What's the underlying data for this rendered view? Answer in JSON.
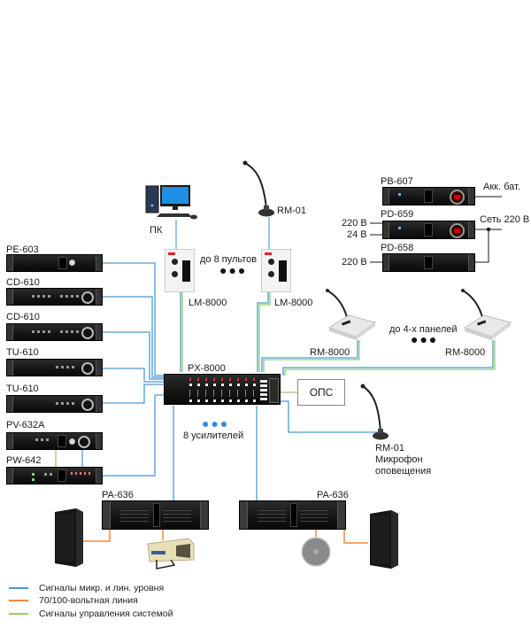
{
  "colors": {
    "signal_line": "#4a9ad8",
    "speaker_line": "#f08a3c",
    "control_line": "#8fd16a",
    "power_line": "#1a1a1a",
    "dots_blue": "#2f8fe0",
    "dots_black": "#111111"
  },
  "sources": [
    {
      "id": "pe603",
      "label": "PE-603"
    },
    {
      "id": "cd610a",
      "label": "CD-610"
    },
    {
      "id": "cd610b",
      "label": "CD-610"
    },
    {
      "id": "tu610a",
      "label": "TU-610"
    },
    {
      "id": "tu610b",
      "label": "TU-610"
    },
    {
      "id": "pv632a",
      "label": "PV-632A"
    },
    {
      "id": "pw642",
      "label": "PW-642"
    }
  ],
  "pc": {
    "label": "ПК",
    "icon": "desktop-computer-icon"
  },
  "wall_panels": {
    "left": {
      "label": "LM-8000"
    },
    "right": {
      "label": "LM-8000"
    },
    "count_note": "до 8 пультов",
    "ellipsis": "●●●"
  },
  "gooseneck_mic_top": {
    "label": "RM-01"
  },
  "power": [
    {
      "id": "pb607",
      "label": "PB-607",
      "right_label": "Акк. бат."
    },
    {
      "id": "pd659",
      "label": "PD-659",
      "left_labels": [
        "220 В",
        "24 В"
      ],
      "right_label": "Сеть 220 В"
    },
    {
      "id": "pd658",
      "label": "PD-658",
      "left_labels": [
        "220 В"
      ]
    }
  ],
  "remote_panels": {
    "left": {
      "label": "RM-8000"
    },
    "right": {
      "label": "RM-8000"
    },
    "count_note": "до 4-х панелей",
    "ellipsis": "●●●"
  },
  "matrix": {
    "label": "PX-8000"
  },
  "fire_alarm": {
    "label": "ОПС"
  },
  "paging_mic": {
    "label": "RM-01",
    "caption_1": "Микрофон",
    "caption_2": "оповещения"
  },
  "amplifiers": {
    "note": "8 усилителей",
    "ellipsis": "●●●",
    "left": {
      "label": "PA-636"
    },
    "right": {
      "label": "PA-636"
    }
  },
  "legend": [
    {
      "label": "Сигналы микр. и лин. уровня",
      "color": "#4a9ad8"
    },
    {
      "label": "70/100-вольтная линия",
      "color": "#f08a3c"
    },
    {
      "label": "Сигналы управления системой",
      "color": "#8fd16a"
    }
  ]
}
